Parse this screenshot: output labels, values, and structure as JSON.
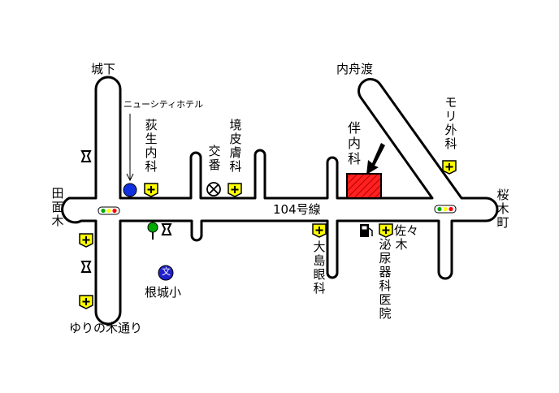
{
  "map": {
    "colors": {
      "road_fill": "#ffffff",
      "road_outline": "#000000",
      "destination": "#ff2020",
      "clinic_badge": "#ffff00",
      "school_badge": "#2020cc",
      "hotel_marker": "#1030e0",
      "tree": "#00aa00",
      "signal_red": "#ff0000",
      "signal_green": "#00aa00"
    },
    "labels": {
      "shiroshita": "城下",
      "uchifunado": "内舟渡",
      "new_city_hotel": "ニューシティホテル",
      "ogino_clinic": "荻生内科",
      "koban": "交番",
      "sakai_dermatology": "境皮膚科",
      "bannai_clinic": "伴内科",
      "mori_surgery": "モリ外科",
      "sakuragicho": "桜木町",
      "denmenboku": "田面木",
      "route_104": "104号線",
      "oshima_eye": "大島眼科",
      "sasaki_urology": "佐々木泌尿器科医院",
      "neshiro_school": "根城小",
      "yurinoki_street": "ゆりの木通り"
    },
    "icons": {
      "school_glyph": "文",
      "clinic_badge_icon": "plus-badge-icon",
      "police_box_icon": "police-box-icon",
      "gas_station_icon": "gas-station-icon",
      "shrine_icon": "shrine-icon",
      "tree_icon": "tree-icon",
      "traffic_signal_icon": "traffic-signal-icon",
      "hotel_pin_icon": "hotel-pin-icon",
      "destination_arrow_icon": "destination-arrow-icon"
    }
  }
}
